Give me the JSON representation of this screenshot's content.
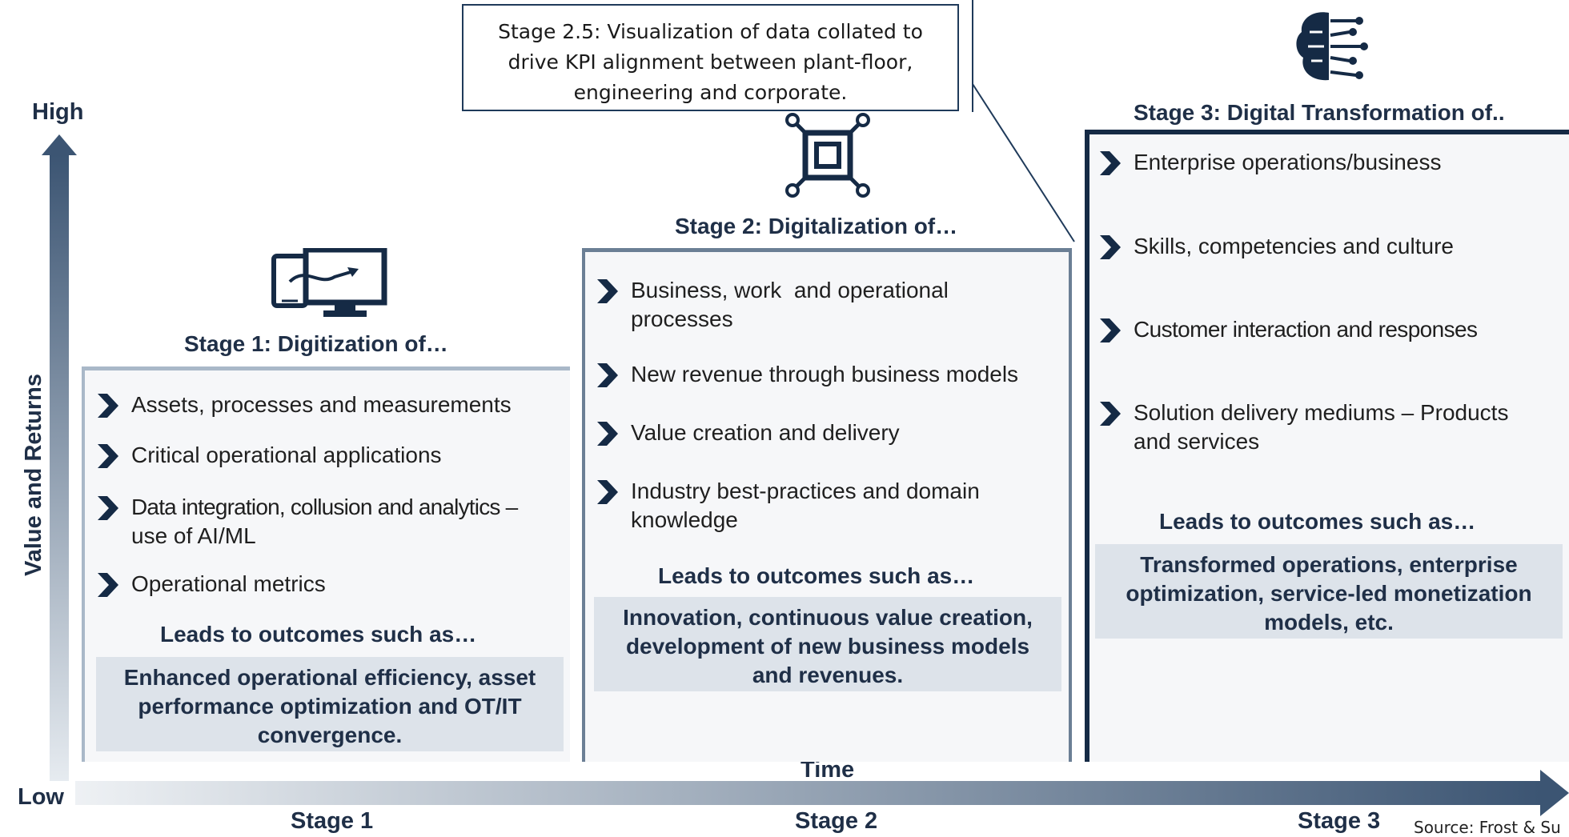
{
  "callout": {
    "text_lines": [
      "Stage 2.5: Visualization of data collated to",
      "drive KPI alignment between plant-floor,",
      "engineering and corporate."
    ]
  },
  "axes": {
    "y_high": "High",
    "y_low": "Low",
    "y_title": "Value and Returns",
    "x_title": "Time",
    "x_stages": [
      "Stage 1",
      "Stage 2",
      "Stage 3"
    ]
  },
  "stages": [
    {
      "title": "Stage 1: Digitization of…",
      "icon": "digitization-devices-icon",
      "bullets": [
        "Assets, processes and measurements",
        "Critical operational applications",
        "Data integration, collusion and analytics –",
        "use of AI/ML",
        "Operational metrics"
      ],
      "outcome_heading": "Leads to outcomes such as…",
      "outcome_lines": [
        "Enhanced operational efficiency, asset",
        "performance optimization and OT/IT",
        "convergence."
      ]
    },
    {
      "title": "Stage 2: Digitalization of…",
      "icon": "circuit-chip-icon",
      "bullets": [
        "Business, work  and operational",
        "processes",
        "New revenue through business models",
        "Value creation and delivery",
        "Industry best-practices and domain",
        "knowledge"
      ],
      "outcome_heading": "Leads to outcomes such as…",
      "outcome_lines": [
        "Innovation, continuous value creation,",
        "development of new business models",
        "and revenues."
      ]
    },
    {
      "title": "Stage 3: Digital Transformation of..",
      "icon": "ai-brain-icon",
      "bullets": [
        "Enterprise operations/business",
        "Skills, competencies and culture",
        "Customer interaction and responses",
        "Solution delivery mediums – Products",
        "and services"
      ],
      "outcome_heading": "Leads to outcomes such as…",
      "outcome_lines": [
        "Transformed operations, enterprise",
        "optimization, service-led monetization",
        "models, etc."
      ]
    }
  ],
  "source": "Source: Frost & Su",
  "colors": {
    "navy": "#152a45",
    "slate": "#6b7f95",
    "light_slate": "#a9b8c8",
    "outcome_bg": "#dde3ea"
  }
}
